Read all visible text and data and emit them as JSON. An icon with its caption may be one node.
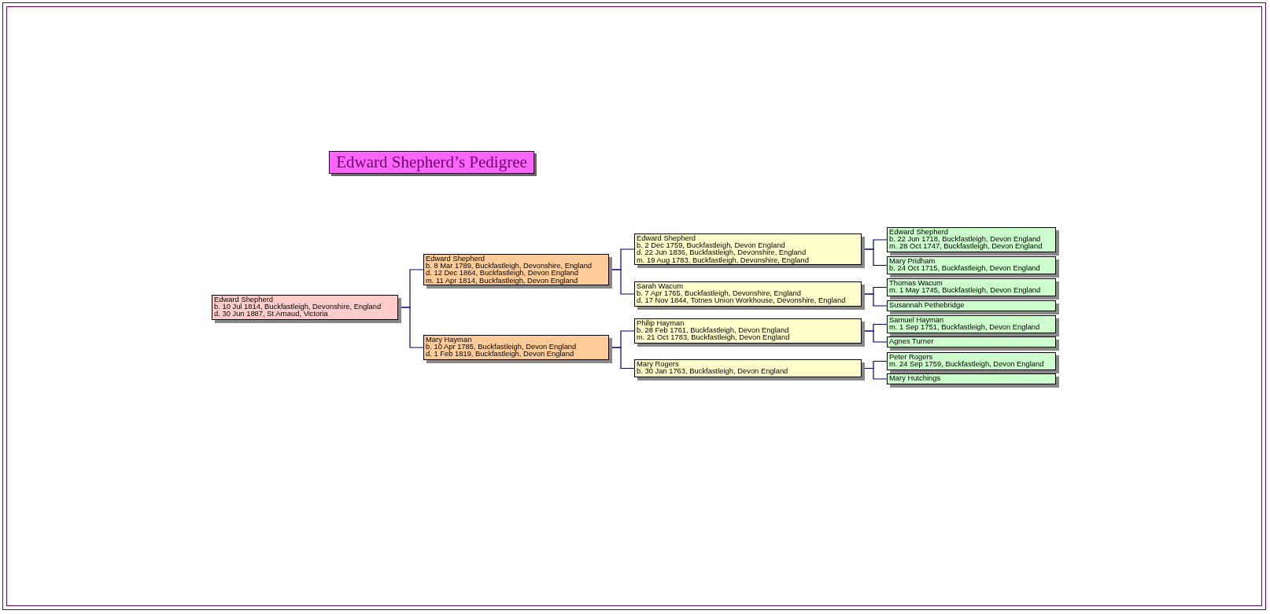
{
  "diagram": {
    "title": "Edward Shepherd’s Pedigree",
    "nodes": [
      {
        "text": [
          "Edward Shepherd",
          "b. 10 Jul 1814, Buckfastleigh, Devonshire, England",
          "d. 30 Jun 1887, St Arnaud, Victoria"
        ]
      },
      {
        "text": [
          "Edward Shepherd",
          "b. 8 Mar 1789, Buckfastleigh, Devonshire, England",
          "d. 12 Dec 1864, Buckfastleigh, Devon England",
          "m. 11 Apr 1814, Buckfastleigh, Devon England"
        ]
      },
      {
        "text": [
          "Mary Hayman",
          "b. 10 Apr 1785, Buckfastleigh, Devon England",
          "d. 1 Feb 1819, Buckfastleigh, Devon England"
        ]
      },
      {
        "text": [
          "Edward Shepherd",
          "b. 2 Dec 1759, Buckfastleigh, Devon England",
          "d. 22 Jun 1836, Buckfastleigh, Devonshire, England",
          "m. 19 Aug 1783, Buckfastleigh, Devonshire, England"
        ]
      },
      {
        "text": [
          "Sarah Wacum",
          "b. 7 Apr 1765, Buckfastleigh, Devonshire, England",
          "d. 17 Nov 1844, Totnes Union Workhouse, Devonshire, England"
        ]
      },
      {
        "text": [
          "Philip Hayman",
          "b. 28 Feb 1761, Buckfastleigh, Devon England",
          "m. 21 Oct 1783, Buckfastleigh, Devon England"
        ]
      },
      {
        "text": [
          "Mary Rogers",
          "b. 30 Jan 1763, Buckfastleigh, Devon England"
        ]
      },
      {
        "text": [
          "Edward Shepherd",
          "b. 22 Jun 1718, Buckfastleigh, Devon England",
          "m. 28 Oct 1747, Buckfastleigh, Devon England"
        ]
      },
      {
        "text": [
          "Mary Pridham",
          "b. 24 Oct 1715, Buckfastleigh, Devon England"
        ]
      },
      {
        "text": [
          "Thomas Wacum",
          "m. 1 May 1745, Buckfastleigh, Devon England"
        ]
      },
      {
        "text": [
          "Susannah Pethebridge"
        ]
      },
      {
        "text": [
          "Samuel Hayman",
          "m. 1 Sep 1751, Buckfastleigh, Devon England"
        ]
      },
      {
        "text": [
          "Agnes Turner"
        ]
      },
      {
        "text": [
          "Peter Rogers",
          "m. 24 Sep 1759, Buckfastleigh, Devon England"
        ]
      },
      {
        "text": [
          "Mary Hutchings"
        ]
      }
    ],
    "edges": [
      {
        "from": 0,
        "to": 1,
        "arrow": "none"
      },
      {
        "from": 0,
        "to": 2,
        "arrow": "none"
      },
      {
        "from": 1,
        "to": 3,
        "arrow": "none"
      },
      {
        "from": 1,
        "to": 4,
        "arrow": "none"
      },
      {
        "from": 2,
        "to": 5,
        "arrow": "none"
      },
      {
        "from": 2,
        "to": 6,
        "arrow": "none"
      },
      {
        "from": 3,
        "to": 7,
        "arrow": "none"
      },
      {
        "from": 3,
        "to": 8,
        "arrow": "none"
      },
      {
        "from": 4,
        "to": 9,
        "arrow": "none"
      },
      {
        "from": 4,
        "to": 10,
        "arrow": "none"
      },
      {
        "from": 5,
        "to": 11,
        "arrow": "none"
      },
      {
        "from": 5,
        "to": 12,
        "arrow": "none"
      },
      {
        "from": 6,
        "to": 13,
        "arrow": "none"
      },
      {
        "from": 6,
        "to": 14,
        "arrow": "none"
      }
    ]
  }
}
